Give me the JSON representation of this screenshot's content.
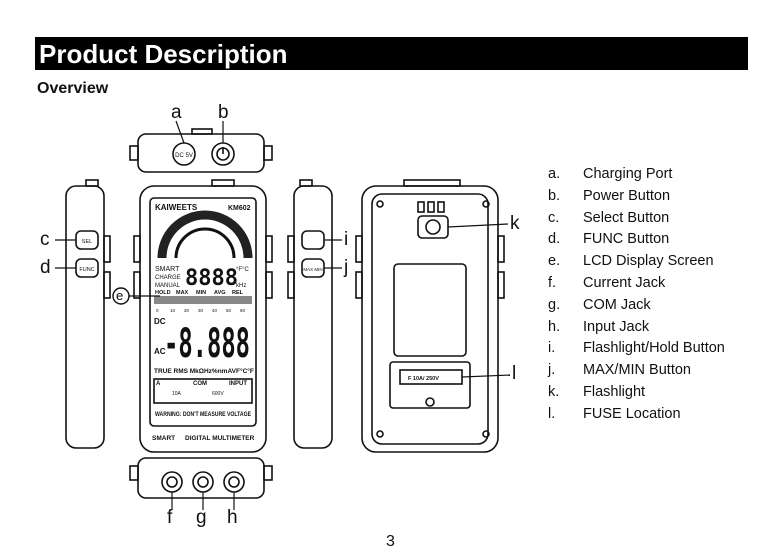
{
  "header": {
    "title": "Product Description",
    "section": "Overview"
  },
  "device": {
    "brand": "KAIWEETS",
    "model": "KM602",
    "footer_left": "SMART",
    "footer_right": "DIGITAL MULTIMETER",
    "charge_port": "DC 5V",
    "sel_button": "SEL",
    "func_button": "FUNC",
    "maxmin_button": "MAX MIN",
    "fuse_text": "F 10A/ 250V",
    "warning": "WARNING: DON'T MEASURE VOLTAGE",
    "lcd": {
      "mode_smart": "SMART",
      "mode_charge": "CHARGE",
      "mode_manual": "MANUAL",
      "small_digits": "8888",
      "big_digits": "-8.888",
      "flags": [
        "HOLD",
        "MAX",
        "MIN",
        "AVG",
        "REL"
      ],
      "scale": [
        "0",
        "10",
        "20",
        "30",
        "40",
        "50",
        "60"
      ],
      "dc": "DC",
      "ac": "AC",
      "units_line": "TRUE RMS   MkΩHz%nmAVF°C°F",
      "temp_units": "°F°C",
      "khz": "kHz",
      "jack_labels": [
        "A",
        "COM",
        "INPUT"
      ],
      "jack_ratings": [
        "10A",
        "600V"
      ]
    }
  },
  "callouts": {
    "a": "a",
    "b": "b",
    "c": "c",
    "d": "d",
    "e": "e",
    "f": "f",
    "g": "g",
    "h": "h",
    "i": "i",
    "j": "j",
    "k": "k",
    "l": "l"
  },
  "legend": [
    {
      "key": "a.",
      "text": "Charging Port"
    },
    {
      "key": "b.",
      "text": "Power Button"
    },
    {
      "key": "c.",
      "text": "Select Button"
    },
    {
      "key": "d.",
      "text": "FUNC Button"
    },
    {
      "key": "e.",
      "text": "LCD Display Screen"
    },
    {
      "key": "f.",
      "text": "Current Jack"
    },
    {
      "key": "g.",
      "text": "COM Jack"
    },
    {
      "key": "h.",
      "text": "Input Jack"
    },
    {
      "key": "i.",
      "text": "Flashlight/Hold Button"
    },
    {
      "key": "j.",
      "text": "MAX/MIN Button"
    },
    {
      "key": "k.",
      "text": "Flashlight"
    },
    {
      "key": "l.",
      "text": "FUSE Location"
    }
  ],
  "page_number": "3"
}
